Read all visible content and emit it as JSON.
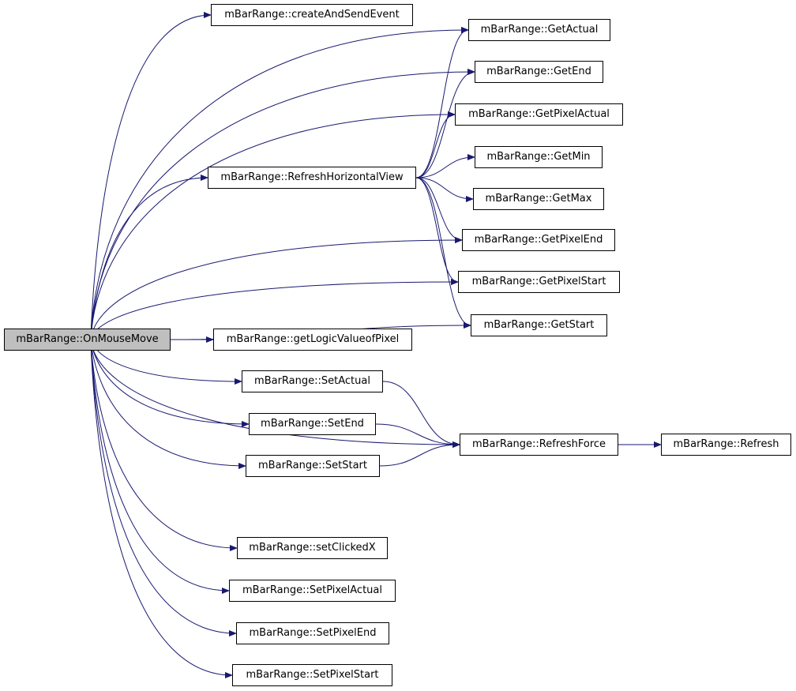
{
  "graph": {
    "nodes": {
      "onmousemove": "mBarRange::OnMouseMove",
      "createandsendevent": "mBarRange::createAndSendEvent",
      "getactual": "mBarRange::GetActual",
      "getend": "mBarRange::GetEnd",
      "getpixelactual": "mBarRange::GetPixelActual",
      "getmin": "mBarRange::GetMin",
      "getmax": "mBarRange::GetMax",
      "refreshhorizontalview": "mBarRange::RefreshHorizontalView",
      "getpixelend": "mBarRange::GetPixelEnd",
      "getpixelstart": "mBarRange::GetPixelStart",
      "getstart": "mBarRange::GetStart",
      "getlogicvalueofpixel": "mBarRange::getLogicValueofPixel",
      "setactual": "mBarRange::SetActual",
      "setend": "mBarRange::SetEnd",
      "setstart": "mBarRange::SetStart",
      "refreshforce": "mBarRange::RefreshForce",
      "refresh": "mBarRange::Refresh",
      "setclickedx": "mBarRange::setClickedX",
      "setpixelactual": "mBarRange::SetPixelActual",
      "setpixelend": "mBarRange::SetPixelEnd",
      "setpixelstart": "mBarRange::SetPixelStart"
    },
    "edges": [
      {
        "from": "onmousemove",
        "to": "createandsendevent"
      },
      {
        "from": "onmousemove",
        "to": "getactual"
      },
      {
        "from": "onmousemove",
        "to": "getend"
      },
      {
        "from": "onmousemove",
        "to": "getpixelactual"
      },
      {
        "from": "onmousemove",
        "to": "refreshhorizontalview"
      },
      {
        "from": "onmousemove",
        "to": "getpixelend"
      },
      {
        "from": "onmousemove",
        "to": "getpixelstart"
      },
      {
        "from": "onmousemove",
        "to": "getstart"
      },
      {
        "from": "onmousemove",
        "to": "getlogicvalueofpixel"
      },
      {
        "from": "onmousemove",
        "to": "setactual"
      },
      {
        "from": "onmousemove",
        "to": "setend"
      },
      {
        "from": "onmousemove",
        "to": "setstart"
      },
      {
        "from": "onmousemove",
        "to": "refreshforce"
      },
      {
        "from": "onmousemove",
        "to": "setclickedx"
      },
      {
        "from": "onmousemove",
        "to": "setpixelactual"
      },
      {
        "from": "onmousemove",
        "to": "setpixelend"
      },
      {
        "from": "onmousemove",
        "to": "setpixelstart"
      },
      {
        "from": "refreshhorizontalview",
        "to": "getactual"
      },
      {
        "from": "refreshhorizontalview",
        "to": "getend"
      },
      {
        "from": "refreshhorizontalview",
        "to": "getpixelactual"
      },
      {
        "from": "refreshhorizontalview",
        "to": "getmin"
      },
      {
        "from": "refreshhorizontalview",
        "to": "getmax"
      },
      {
        "from": "refreshhorizontalview",
        "to": "getpixelend"
      },
      {
        "from": "refreshhorizontalview",
        "to": "getpixelstart"
      },
      {
        "from": "refreshhorizontalview",
        "to": "getstart"
      },
      {
        "from": "setactual",
        "to": "refreshforce"
      },
      {
        "from": "setend",
        "to": "refreshforce"
      },
      {
        "from": "setstart",
        "to": "refreshforce"
      },
      {
        "from": "refreshforce",
        "to": "refresh"
      }
    ],
    "colors": {
      "edge": "#191970",
      "root_fill": "#bfbfbf",
      "node_fill": "#ffffff",
      "node_border": "#000000"
    }
  }
}
